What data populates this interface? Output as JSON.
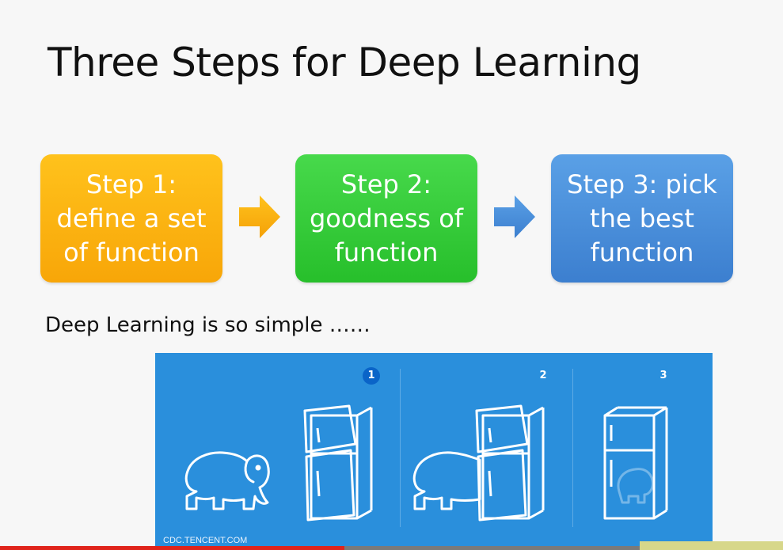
{
  "slide": {
    "title": "Three Steps for Deep Learning",
    "steps": [
      {
        "label": "Step 1:\ndefine a set\nof function",
        "color": "#f9b20f"
      },
      {
        "label": "Step 2:\ngoodness of\nfunction",
        "color": "#33cc36"
      },
      {
        "label": "Step 3: pick\nthe best\nfunction",
        "color": "#4a8fdc"
      }
    ],
    "arrow_colors": [
      "#f9b20f",
      "#4a8fdc"
    ],
    "caption": "Deep Learning is so simple ……"
  },
  "comic": {
    "background": "#2a8fdc",
    "panels": [
      "1",
      "2",
      "3"
    ],
    "watermark": "CDC.TENCENT.COM"
  },
  "video_progress": 0.44
}
